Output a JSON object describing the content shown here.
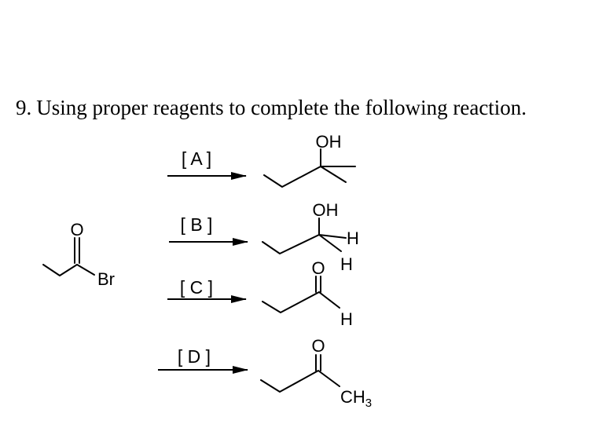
{
  "question": {
    "number": "9.",
    "text": "Using proper reagents to complete the following reaction."
  },
  "reagents": {
    "a": "[ A ]",
    "b": "[ B ]",
    "c": "[ C ]",
    "d": "[ D ]"
  },
  "labels": {
    "br": "Br",
    "o": "O",
    "oh": "OH",
    "h": "H",
    "ch": "CH",
    "three": "3"
  }
}
